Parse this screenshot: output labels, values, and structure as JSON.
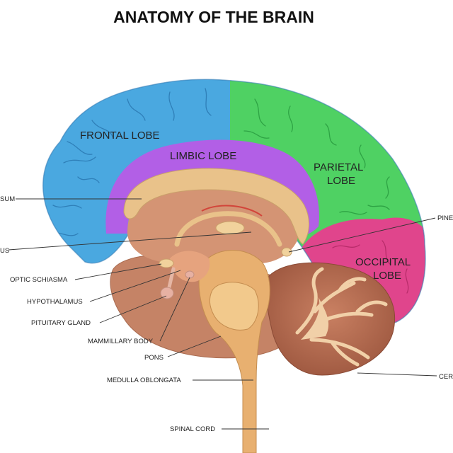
{
  "title": "ANATOMY OF THE BRAIN",
  "lobes": {
    "frontal": "FRONTAL LOBE",
    "limbic": "LIMBIC LOBE",
    "parietal_1": "PARIETAL",
    "parietal_2": "LOBE",
    "occipital_1": "OCCIPITAL",
    "occipital_2": "LOBE"
  },
  "labels": {
    "corpus_callosum": "SUM",
    "thalamus": "US",
    "optic_chiasma": "OPTIC SCHIASMA",
    "hypothalamus": "HYPOTHALAMUS",
    "pituitary_gland": "PITUITARY GLAND",
    "mammillary_body": "MAMMILLARY BODY",
    "pons": "PONS",
    "medulla_oblongata": "MEDULLA OBLONGATA",
    "spinal_cord": "SPINAL CORD",
    "pineal": "PINE",
    "cerebellum": "CER"
  },
  "colors": {
    "frontal": "#4aa8e0",
    "limbic": "#b25fe6",
    "parietal": "#4fd163",
    "occipital": "#e0458c",
    "corpus_callosum": "#e9c28a",
    "brainstem": "#e8b070",
    "cerebellum": "#b76a4e",
    "inner": "#d49474"
  }
}
